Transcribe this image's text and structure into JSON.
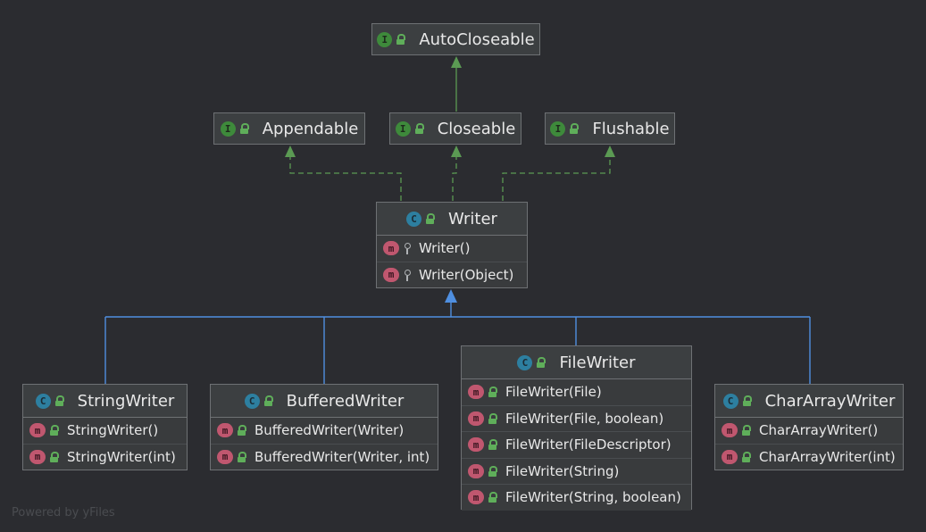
{
  "nodes": {
    "autocloseable": {
      "badge": "I",
      "name": "AutoCloseable",
      "members": []
    },
    "appendable": {
      "badge": "I",
      "name": "Appendable",
      "members": []
    },
    "closeable": {
      "badge": "I",
      "name": "Closeable",
      "members": []
    },
    "flushable": {
      "badge": "I",
      "name": "Flushable",
      "members": []
    },
    "writer": {
      "badge": "C",
      "name": "Writer",
      "members": [
        "Writer()",
        "Writer(Object)"
      ]
    },
    "stringwriter": {
      "badge": "C",
      "name": "StringWriter",
      "members": [
        "StringWriter()",
        "StringWriter(int)"
      ]
    },
    "bufferedwriter": {
      "badge": "C",
      "name": "BufferedWriter",
      "members": [
        "BufferedWriter(Writer)",
        "BufferedWriter(Writer, int)"
      ]
    },
    "filewriter": {
      "badge": "C",
      "name": "FileWriter",
      "members": [
        "FileWriter(File)",
        "FileWriter(File, boolean)",
        "FileWriter(FileDescriptor)",
        "FileWriter(String)",
        "FileWriter(String, boolean)"
      ]
    },
    "chararraywriter": {
      "badge": "C",
      "name": "CharArrayWriter",
      "members": [
        "CharArrayWriter()",
        "CharArrayWriter(int)"
      ]
    }
  },
  "member_badge": "m",
  "footer": "Powered by yFiles",
  "colors": {
    "background": "#2b2c30",
    "implements_edge": "#5b9a53",
    "extends_edge": "#4f8fe0"
  }
}
